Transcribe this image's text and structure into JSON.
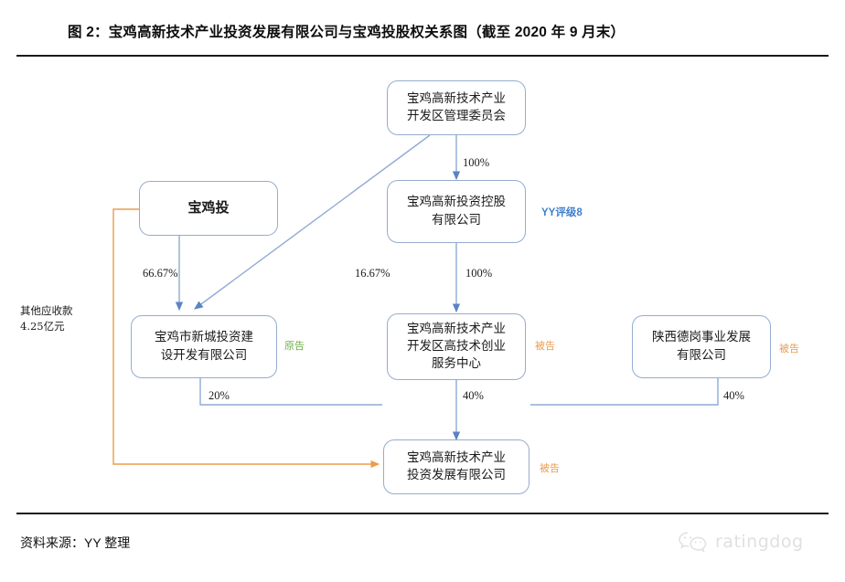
{
  "title": "图 2：宝鸡高新技术产业投资发展有限公司与宝鸡投股权关系图（截至 2020 年 9 月末）",
  "footer": {
    "source": "资料来源：YY 整理",
    "logo_text": "ratingdog",
    "logo_icon": "wechat-icon"
  },
  "nodes": {
    "mgmt_committee": "宝鸡高新技术产业\n开发区管理委员会",
    "baojitou": "宝鸡投",
    "holding": "宝鸡高新投资控股\n有限公司",
    "xincheng": "宝鸡市新城投资建\n设开发有限公司",
    "incubator": "宝鸡高新技术产业\n开发区高技术创业\n服务中心",
    "degang": "陕西德岗事业发展\n有限公司",
    "target": "宝鸡高新技术产业\n投资发展有限公司"
  },
  "edges": {
    "committee_to_holding": "100%",
    "committee_to_xincheng": "16.67%",
    "holding_to_incubator": "100%",
    "baojitou_to_xincheng": "66.67%",
    "xincheng_to_target": "20%",
    "incubator_to_target": "40%",
    "degang_to_target": "40%"
  },
  "tags": {
    "xincheng_role": "原告",
    "incubator_role": "被告",
    "degang_role": "被告",
    "target_role": "被告",
    "holding_rating": "YY评级8"
  },
  "annotation": {
    "receivable": "其他应收款\n4.25亿元"
  },
  "colors": {
    "box_border": "#95accf",
    "connector": "#8faad4",
    "receivable_line": "#ed9b4b",
    "plaintiff": "#70ad47",
    "defendant": "#ed9b4b",
    "rating": "#3f7fcf",
    "rule": "#1a1a1a"
  }
}
